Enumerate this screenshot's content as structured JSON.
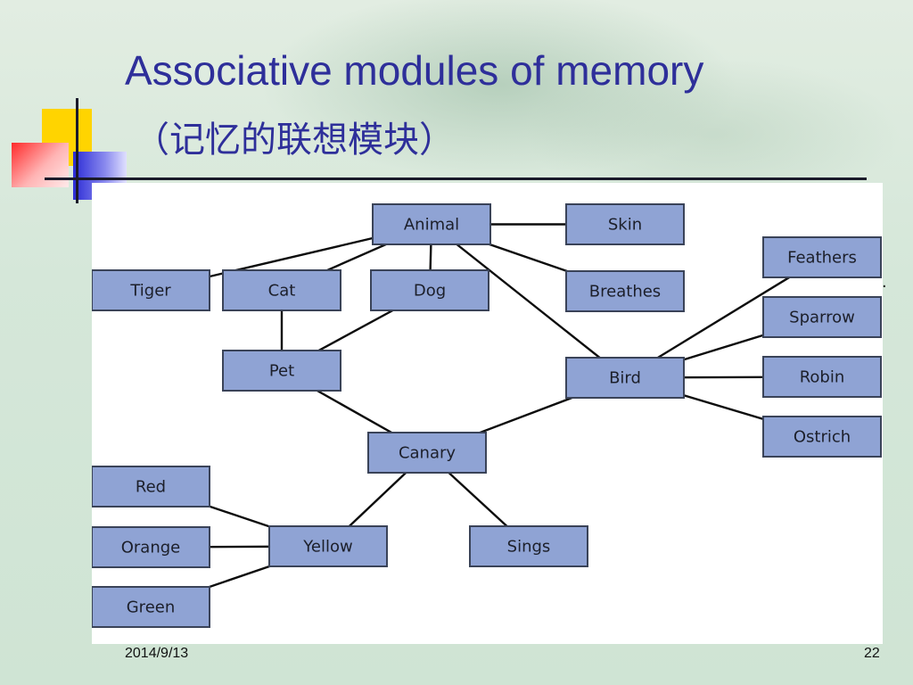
{
  "slide": {
    "title": "Associative modules of memory",
    "subtitle": "（记忆的联想模块）",
    "date": "2014/9/13",
    "page_number": "22",
    "stray_mark": "."
  },
  "diagram": {
    "nodes": [
      {
        "id": "animal",
        "label": "Animal"
      },
      {
        "id": "skin",
        "label": "Skin"
      },
      {
        "id": "breathes",
        "label": "Breathes"
      },
      {
        "id": "tiger",
        "label": "Tiger"
      },
      {
        "id": "cat",
        "label": "Cat"
      },
      {
        "id": "dog",
        "label": "Dog"
      },
      {
        "id": "pet",
        "label": "Pet"
      },
      {
        "id": "bird",
        "label": "Bird"
      },
      {
        "id": "feathers",
        "label": "Feathers"
      },
      {
        "id": "sparrow",
        "label": "Sparrow"
      },
      {
        "id": "robin",
        "label": "Robin"
      },
      {
        "id": "ostrich",
        "label": "Ostrich"
      },
      {
        "id": "canary",
        "label": "Canary"
      },
      {
        "id": "red",
        "label": "Red"
      },
      {
        "id": "orange",
        "label": "Orange"
      },
      {
        "id": "green",
        "label": "Green"
      },
      {
        "id": "yellow",
        "label": "Yellow"
      },
      {
        "id": "sings",
        "label": "Sings"
      }
    ],
    "edges": [
      [
        "animal",
        "tiger"
      ],
      [
        "animal",
        "cat"
      ],
      [
        "animal",
        "dog"
      ],
      [
        "animal",
        "skin"
      ],
      [
        "animal",
        "breathes"
      ],
      [
        "animal",
        "bird"
      ],
      [
        "cat",
        "pet"
      ],
      [
        "dog",
        "pet"
      ],
      [
        "pet",
        "canary"
      ],
      [
        "bird",
        "feathers"
      ],
      [
        "bird",
        "sparrow"
      ],
      [
        "bird",
        "robin"
      ],
      [
        "bird",
        "ostrich"
      ],
      [
        "bird",
        "canary"
      ],
      [
        "canary",
        "yellow"
      ],
      [
        "canary",
        "sings"
      ],
      [
        "yellow",
        "red"
      ],
      [
        "yellow",
        "orange"
      ],
      [
        "yellow",
        "green"
      ]
    ]
  },
  "colors": {
    "title": "#2e2f9a",
    "node_fill": "#8fa3d4",
    "node_border": "#3a4358",
    "decor_yellow": "#ffd400",
    "decor_red": "#ff2a2a",
    "decor_blue": "#2b2bd6"
  }
}
